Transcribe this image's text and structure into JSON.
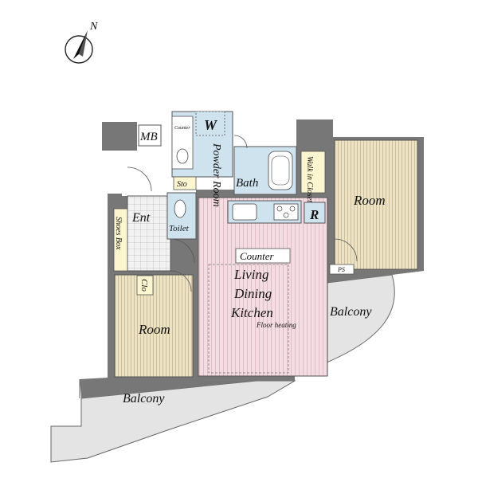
{
  "compass": {
    "north_label": "N"
  },
  "rooms": {
    "mb": "MB",
    "counter_small": "Counter",
    "washer": "W",
    "powder_room": "Powder Room",
    "sto": "Sto",
    "bath": "Bath",
    "walk_in_closet": "Walk in Closet",
    "room_right": "Room",
    "ent": "Ent",
    "toilet": "Toilet",
    "refrigerator": "R",
    "shoes_box": "Shoes Box",
    "counter": "Counter",
    "living": "Living",
    "dining": "Dining",
    "kitchen": "Kitchen",
    "floor_heating": "Floor heating",
    "ps": "PS",
    "clo": "Clo",
    "room_left": "Room",
    "balcony_right": "Balcony",
    "balcony_bottom": "Balcony"
  },
  "colors": {
    "wall": "#777777",
    "wood": "#ece3c6",
    "wood_line": "#c9b88f",
    "ldk": "#f3dde2",
    "ldk_line": "#dcb4bd",
    "wet": "#cfe3ee",
    "balcony": "#e4e4e4",
    "closet": "#fbf6cf"
  }
}
